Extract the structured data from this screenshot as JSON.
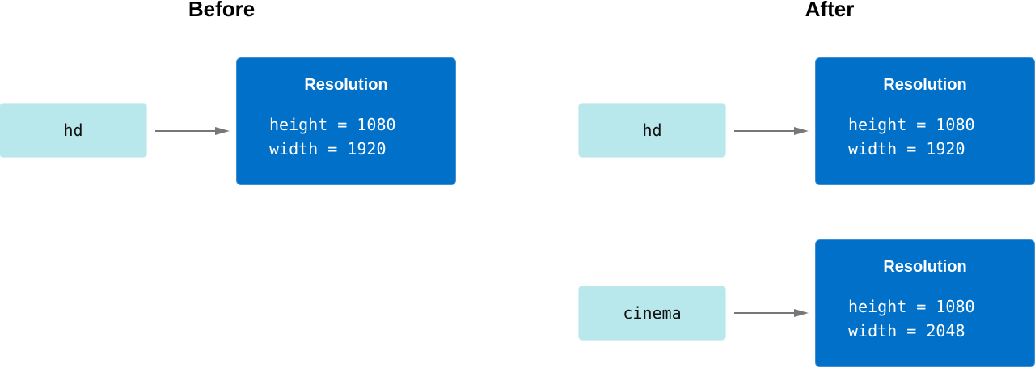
{
  "panels": {
    "before": {
      "heading": "Before",
      "rows": [
        {
          "variable": "hd",
          "struct": {
            "title": "Resolution",
            "line1": "height = 1080",
            "line2": "width = 1920"
          }
        }
      ]
    },
    "after": {
      "heading": "After",
      "rows": [
        {
          "variable": "hd",
          "struct": {
            "title": "Resolution",
            "line1": "height = 1080",
            "line2": "width = 1920"
          }
        },
        {
          "variable": "cinema",
          "struct": {
            "title": "Resolution",
            "line1": "height = 1080",
            "line2": "width = 2048"
          }
        }
      ]
    }
  },
  "colors": {
    "variable_fill": "#b8e8ec",
    "struct_fill": "#0070c9",
    "arrow": "#777777"
  }
}
